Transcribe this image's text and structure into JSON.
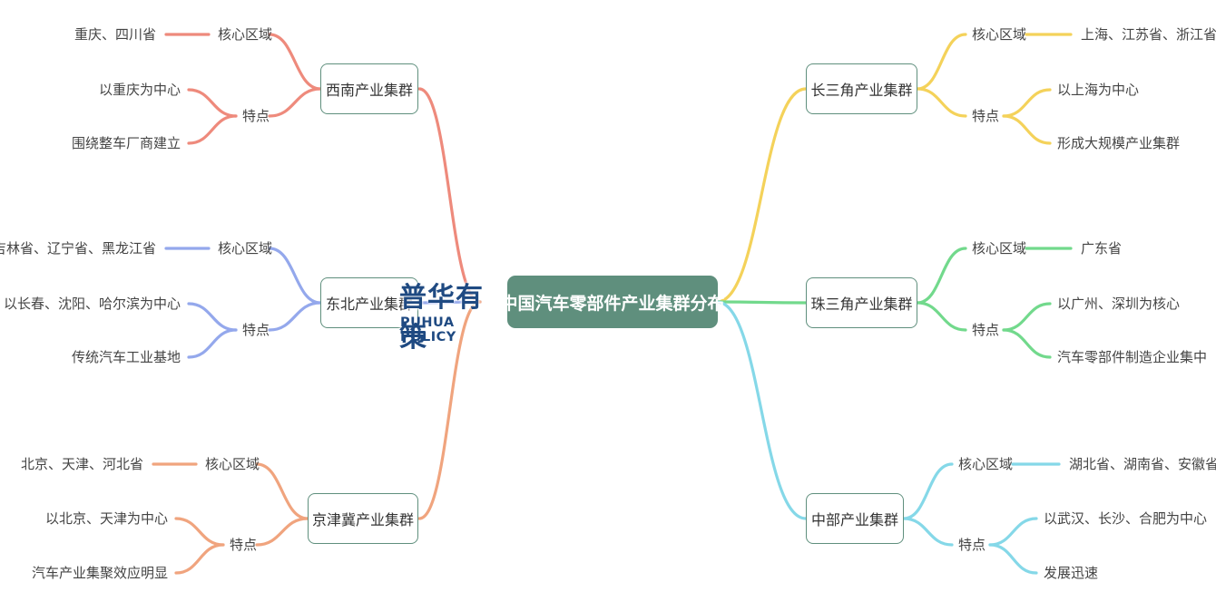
{
  "center": {
    "label": "中国汽车零部件产业集群分布"
  },
  "watermark": {
    "text_cn": "普华有策",
    "text_en": "PUHUA POLICY"
  },
  "clusters": [
    {
      "name": "西南产业集群",
      "color": "#ee8a7c",
      "side": "left",
      "core_label": "核心区域",
      "core_value": "重庆、四川省",
      "feature_label": "特点",
      "features": [
        "以重庆为中心",
        "围绕整车厂商建立"
      ]
    },
    {
      "name": "东北产业集群",
      "color": "#94a8ec",
      "side": "left",
      "core_label": "核心区域",
      "core_value": "吉林省、辽宁省、黑龙江省",
      "feature_label": "特点",
      "features": [
        "以长春、沈阳、哈尔滨为中心",
        "传统汽车工业基地"
      ]
    },
    {
      "name": "京津冀产业集群",
      "color": "#f0a47e",
      "side": "left",
      "core_label": "核心区域",
      "core_value": "北京、天津、河北省",
      "feature_label": "特点",
      "features": [
        "以北京、天津为中心",
        "汽车产业集聚效应明显"
      ]
    },
    {
      "name": "长三角产业集群",
      "color": "#f4d25a",
      "side": "right",
      "core_label": "核心区域",
      "core_value": "上海、江苏省、浙江省",
      "feature_label": "特点",
      "features": [
        "以上海为中心",
        "形成大规模产业集群"
      ]
    },
    {
      "name": "珠三角产业集群",
      "color": "#72d98c",
      "side": "right",
      "core_label": "核心区域",
      "core_value": "广东省",
      "feature_label": "特点",
      "features": [
        "以广州、深圳为核心",
        "汽车零部件制造企业集中"
      ]
    },
    {
      "name": "中部产业集群",
      "color": "#85d8e8",
      "side": "right",
      "core_label": "核心区域",
      "core_value": "湖北省、湖南省、安徽省",
      "feature_label": "特点",
      "features": [
        "以武汉、长沙、合肥为中心",
        "发展迅速"
      ]
    }
  ]
}
